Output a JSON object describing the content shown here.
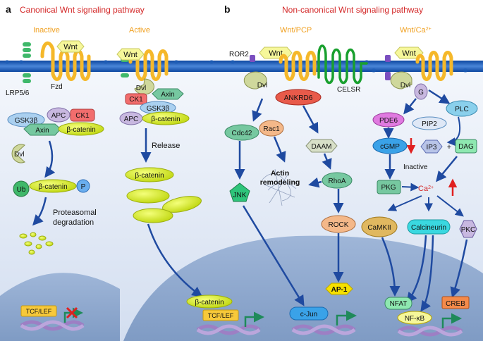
{
  "panels": {
    "a": {
      "letter": "a",
      "title": "Canonical Wnt signaling pathway",
      "inactive": "Inactive",
      "active": "Active"
    },
    "b": {
      "letter": "b",
      "title": "Non-canonical Wnt signaling pathway",
      "pcp": "Wnt/PCP",
      "ca_base": "Wnt/Ca",
      "ca_sup": "2+"
    }
  },
  "labels": {
    "wnt": "Wnt",
    "lrp": "LRP5/6",
    "fzd": "Fzd",
    "ror2": "ROR2",
    "celsr": "CELSR",
    "dvl": "Dvl",
    "gsk": "GSK3β",
    "apc": "APC",
    "ck1": "CK1",
    "axin": "Axin",
    "bcat": "β-catenin",
    "ub": "Ub",
    "p": "P",
    "proteasomal": "Proteasomal",
    "degradation": "degradation",
    "release": "Release",
    "tcf": "TCF/LEF",
    "ankrd6": "ANKRD6",
    "cdc42": "Cdc42",
    "rac1": "Rac1",
    "daam": "DAAM",
    "actin1": "Actin",
    "actin2": "remodeling",
    "jnk": "JNK",
    "rhoa": "RhoA",
    "rock": "ROCK",
    "ap1": "AP-1",
    "cjun": "c-Jun",
    "g": "G",
    "plc": "PLC",
    "pde6": "PDE6",
    "pip2": "PIP2",
    "cgmp": "cGMP",
    "ip3": "IP3",
    "plus": "+",
    "dag": "DAG",
    "inactive": "Inactive",
    "pkg": "PKG",
    "ca_base": "Ca",
    "ca_sup": "2+",
    "camkii": "CaMKII",
    "calcineurin": "Calcineurin",
    "pkc": "PKC",
    "nfat": "NFAT",
    "creb": "CREB",
    "nfkb": "NF-κB"
  },
  "colors": {
    "title_red": "#d42a2a",
    "subtitle_orange": "#f0a020",
    "membrane_blue": "#1565c0",
    "wnt_yellow": "#f6f79a",
    "bcat_yellow": "#d8ef1a",
    "arrow_blue": "#1f4aa0",
    "arrow_green": "#1f8a5a",
    "dna_purple": "#9d7fc4",
    "inhibit_red": "#e02020"
  }
}
